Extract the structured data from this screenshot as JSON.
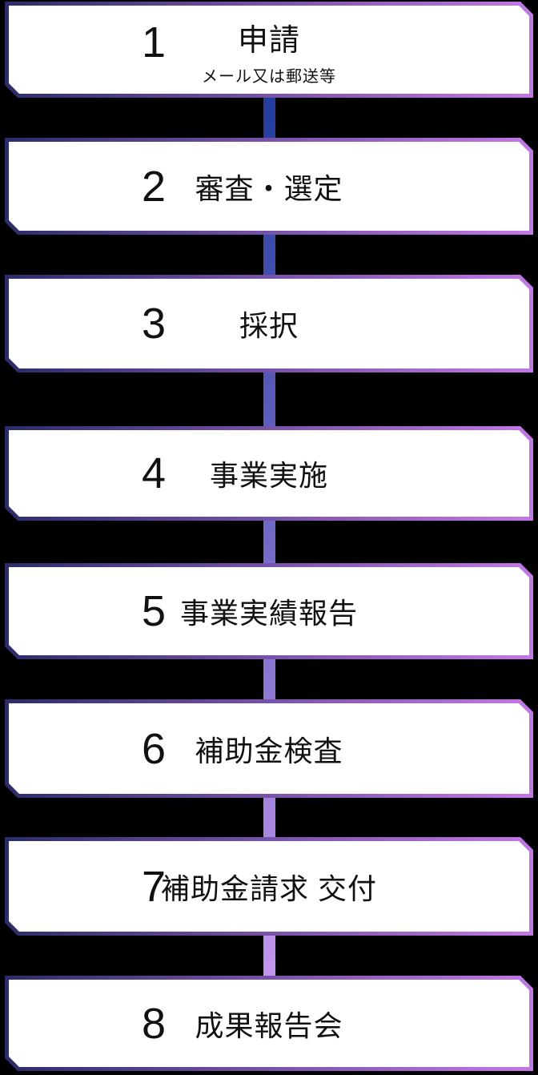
{
  "colors": {
    "background": "#000000",
    "box_fill": "#FFFFFF",
    "box_border_gradient_left": "#2C2C6B",
    "box_border_gradient_right": "#C478E8",
    "connector_gradient_top": "#17389B",
    "connector_gradient_bottom": "#CC9AF2",
    "text": "#111111"
  },
  "steps": [
    {
      "number": "1",
      "title": "申請",
      "subtitle": "メール又は郵送等"
    },
    {
      "number": "2",
      "title": "審査・選定"
    },
    {
      "number": "3",
      "title": "採択"
    },
    {
      "number": "4",
      "title": "事業実施"
    },
    {
      "number": "5",
      "title": "事業実績報告"
    },
    {
      "number": "6",
      "title": "補助金検査"
    },
    {
      "number": "7",
      "title": "補助金請求 交付"
    },
    {
      "number": "8",
      "title": "成果報告会"
    }
  ]
}
